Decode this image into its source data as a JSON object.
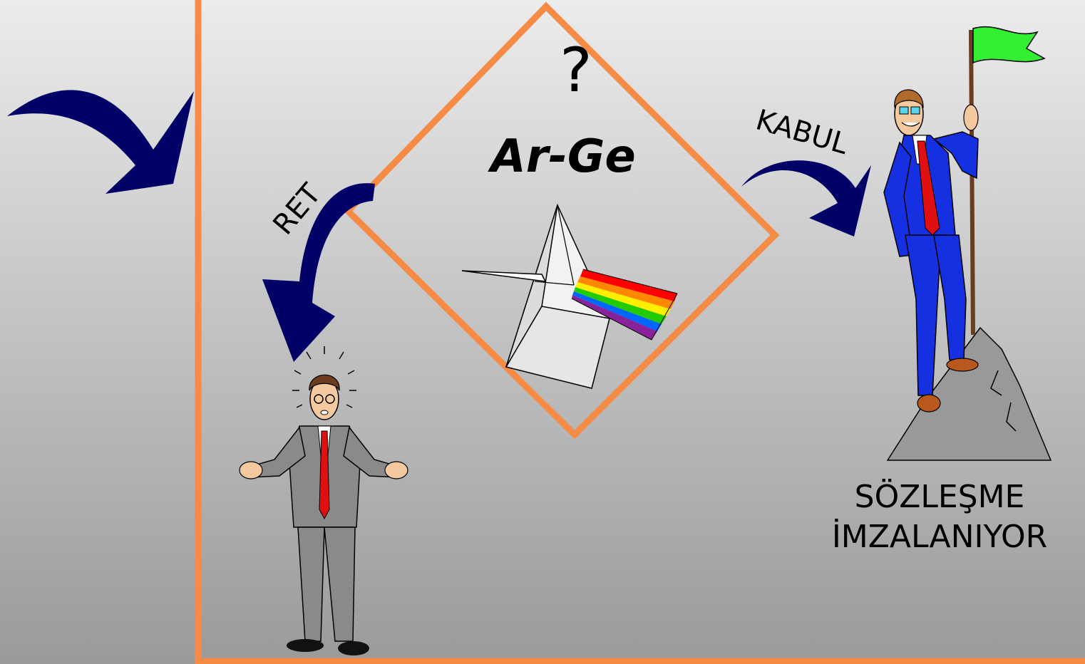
{
  "diagram": {
    "question_mark": "?",
    "center_title": "Ar-Ge",
    "reject_label": "RET",
    "accept_label": "KABUL",
    "result_line1": "SÖZLEŞME",
    "result_line2": "İMZALANIYOR"
  },
  "colors": {
    "frame": "#f58b45",
    "arrow": "#000066",
    "flag": "#33ee33",
    "accept_suit": "#1530e0",
    "reject_suit": "#8a8a8a",
    "tie": "#e01010"
  }
}
